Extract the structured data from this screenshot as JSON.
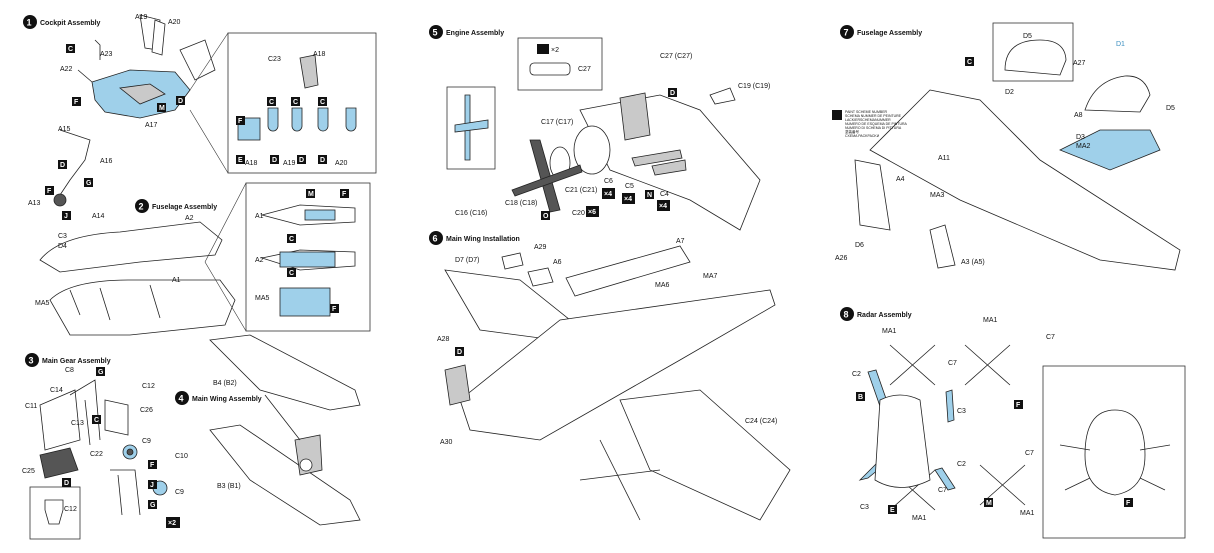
{
  "colors": {
    "highlight": "#9fd0ea",
    "ink": "#111111",
    "badge": "#111111"
  },
  "steps": [
    {
      "num": "1",
      "title": "Cockpit Assembly"
    },
    {
      "num": "2",
      "title": "Fuselage Assembly"
    },
    {
      "num": "3",
      "title": "Main Gear Assembly"
    },
    {
      "num": "4",
      "title": "Main Wing Assembly"
    },
    {
      "num": "5",
      "title": "Engine Assembly"
    },
    {
      "num": "6",
      "title": "Main Wing Installation"
    },
    {
      "num": "7",
      "title": "Fuselage Assembly"
    },
    {
      "num": "8",
      "title": "Radar Assembly"
    }
  ],
  "labels": {
    "a19": "A19",
    "a20": "A20",
    "a23": "A23",
    "a22": "A22",
    "a17": "A17",
    "a15": "A15",
    "a16": "A16",
    "a13": "A13",
    "a14": "A14",
    "c23": "C23",
    "a18": "A18",
    "a18b": "A18",
    "a19b": "A19",
    "a20b": "A20",
    "a2": "A2",
    "c3": "C3",
    "d4": "D4",
    "ma5": "MA5",
    "a1": "A1",
    "i2a1": "A1",
    "i2a2": "A2",
    "i2ma5": "MA5",
    "c8": "C8",
    "c12": "C12",
    "c14": "C14",
    "c11": "C11",
    "c13": "C13",
    "c26": "C26",
    "c22": "C22",
    "c25": "C25",
    "c9": "C9",
    "c10": "C10",
    "c9b": "C9",
    "c12b": "C12",
    "b4": "B4 (B2)",
    "b3": "B3 (B1)",
    "c27top": "C27 (C27)",
    "c27box": "C27",
    "c19": "C19 (C19)",
    "c17": "C17 (C17)",
    "c21": "C21 (C21)",
    "c6": "C6",
    "c5": "C5",
    "c4": "C4",
    "c16": "C16 (C16)",
    "c18": "C18 (C18)",
    "c20": "C20",
    "d7": "D7 (D7)",
    "a29": "A29",
    "a6": "A6",
    "a7": "A7",
    "ma7": "MA7",
    "ma6": "MA6",
    "a28": "A28",
    "a30": "A30",
    "c24": "C24 (C24)",
    "d5top": "D5",
    "d1": "D1",
    "a27": "A27",
    "d2": "D2",
    "a8": "A8",
    "d5": "D5",
    "d3": "D3",
    "ma2": "MA2",
    "a11": "A11",
    "a4": "A4",
    "ma3": "MA3",
    "d6": "D6",
    "a26": "A26",
    "a3": "A3 (A5)",
    "ma1a": "MA1",
    "ma1b": "MA1",
    "c7a": "C7",
    "c7b": "C7",
    "c2a": "C2",
    "c3a": "C3",
    "c2b": "C2",
    "c7c": "C7",
    "c7d": "C7",
    "c3b": "C3",
    "ma1c": "MA1",
    "ma1d": "MA1"
  },
  "badges": [
    "C",
    "F",
    "M",
    "D",
    "D",
    "G",
    "F",
    "J",
    "F",
    "C",
    "C",
    "C",
    "D",
    "D",
    "D",
    "E",
    "M",
    "C",
    "F",
    "C",
    "G",
    "C",
    "F",
    "G",
    "D",
    "J",
    "F",
    "D",
    "N",
    "O",
    "D",
    "C",
    "F",
    "B",
    "E",
    "M",
    "F"
  ],
  "qty": {
    "x2a": "×2",
    "x2b": "×2",
    "x6": "×6",
    "x4a": "×4",
    "x4b": "×4",
    "x4c": "×4"
  },
  "paint_note": {
    "icon": "paint-icon",
    "lines": [
      "PAINT SCHEME NUMBER",
      "SCHEMA NUMMER DE PEINTURE",
      "LACKIERSCHEMANUMMER",
      "NUMERO DE ESQUEMA DE PINTURA",
      "NUMERO DI SCHEMA DI PITTURA",
      "塗装番号",
      "CXEMA PACKPACKИ"
    ]
  }
}
